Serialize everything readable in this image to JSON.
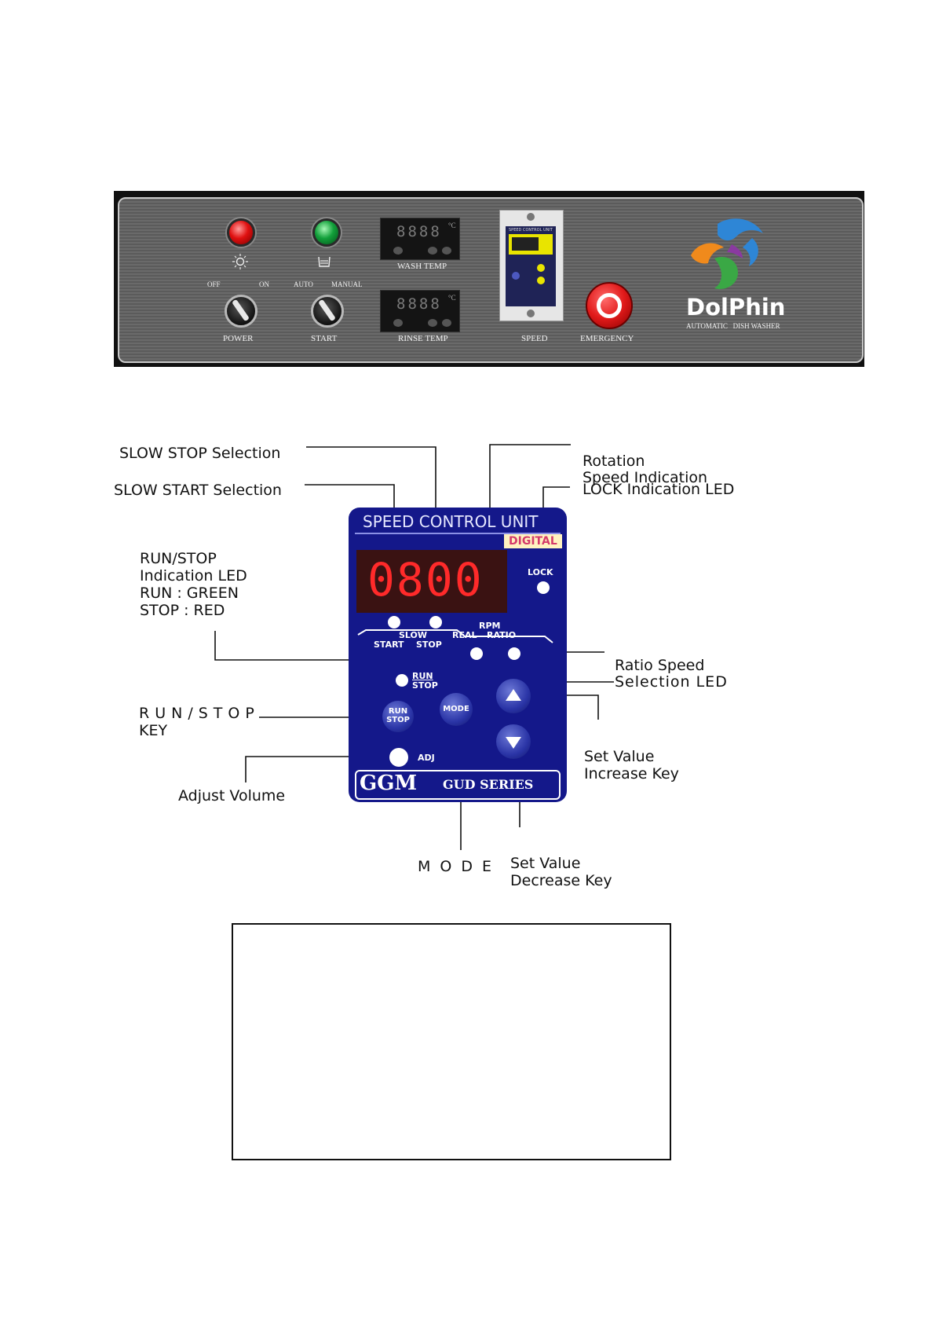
{
  "panel": {
    "power_off_label": "OFF",
    "power_on_label": "ON",
    "start_auto_label": "AUTO",
    "start_manual_label": "MANUAL",
    "power_label": "POWER",
    "start_label": "START",
    "wash_temp_label": "WASH TEMP",
    "rinse_temp_label": "RINSE TEMP",
    "speed_label": "SPEED",
    "emergency_label": "EMERGENCY",
    "temp_display": "8888",
    "temp_unit": "°C",
    "speed_unit_title": "SPEED CONTROL UNIT",
    "brand": {
      "name": "DolPhin",
      "tagline": "AUTOMATIC   DISH WASHER",
      "colors": {
        "blue": "#2e86d6",
        "orange": "#f08a1c",
        "green": "#3aa845",
        "purple": "#8a3aa0"
      }
    },
    "lamp_colors": {
      "power": "#e01010",
      "start": "#12a03a"
    },
    "icons": {
      "power_lamp": "sun-icon",
      "start_lamp": "tank-icon"
    }
  },
  "diagram": {
    "callouts": {
      "slow_stop": "SLOW   STOP   Selection",
      "slow_start": "SLOW  START  Selection",
      "rotation_1": "Rotation",
      "rotation_2": "Speed Indication",
      "lock_led": "LOCK  Indication  LED",
      "runstop_led_1": "RUN/STOP",
      "runstop_led_2": "Indication  LED",
      "runstop_led_3": "RUN  :  GREEN",
      "runstop_led_4": "STOP  :  RED",
      "ratio_speed_1": "Ratio Speed",
      "ratio_speed_2": "Selection  LED",
      "runstop_key_1": "RUN/STOP",
      "runstop_key_2": "KEY",
      "set_inc_1": "Set Value",
      "set_inc_2": "Increase Key",
      "adjust_volume": "Adjust  Volume",
      "mode": "MODE",
      "set_dec_1": "Set Value",
      "set_dec_2": "Decrease Key"
    },
    "unit": {
      "title": "SPEED CONTROL UNIT",
      "digital": "DIGITAL",
      "display": "0800",
      "lock": "LOCK",
      "slow": "SLOW",
      "start": "START",
      "stop": "STOP",
      "rpm": "RPM",
      "real": "REAL",
      "ratio": "RATIO",
      "run": "RUN",
      "run_stop_key_1": "RUN",
      "run_stop_key_2": "STOP",
      "mode_key": "MODE",
      "adj": "ADJ",
      "brand": "GGM",
      "series": "GUD SERIES"
    }
  }
}
